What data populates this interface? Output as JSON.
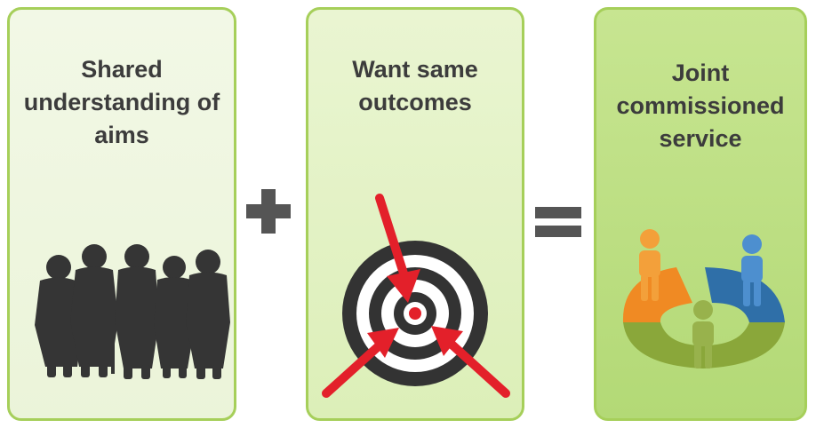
{
  "panels": [
    {
      "title": "Shared understanding of aims",
      "icon": "people-silhouette-icon"
    },
    {
      "title": "Want same outcomes",
      "icon": "target-arrows-icon"
    },
    {
      "title": "Joint commissioned service",
      "icon": "puzzle-people-icon"
    }
  ],
  "operators": [
    "+",
    "="
  ],
  "colors": {
    "border": "#a6cf5a",
    "text": "#3c3c3c",
    "operator": "#555555",
    "arrow": "#e3202a",
    "puzzle_orange": "#f08a23",
    "puzzle_blue": "#2f6fa8",
    "puzzle_green": "#8aa73a"
  }
}
